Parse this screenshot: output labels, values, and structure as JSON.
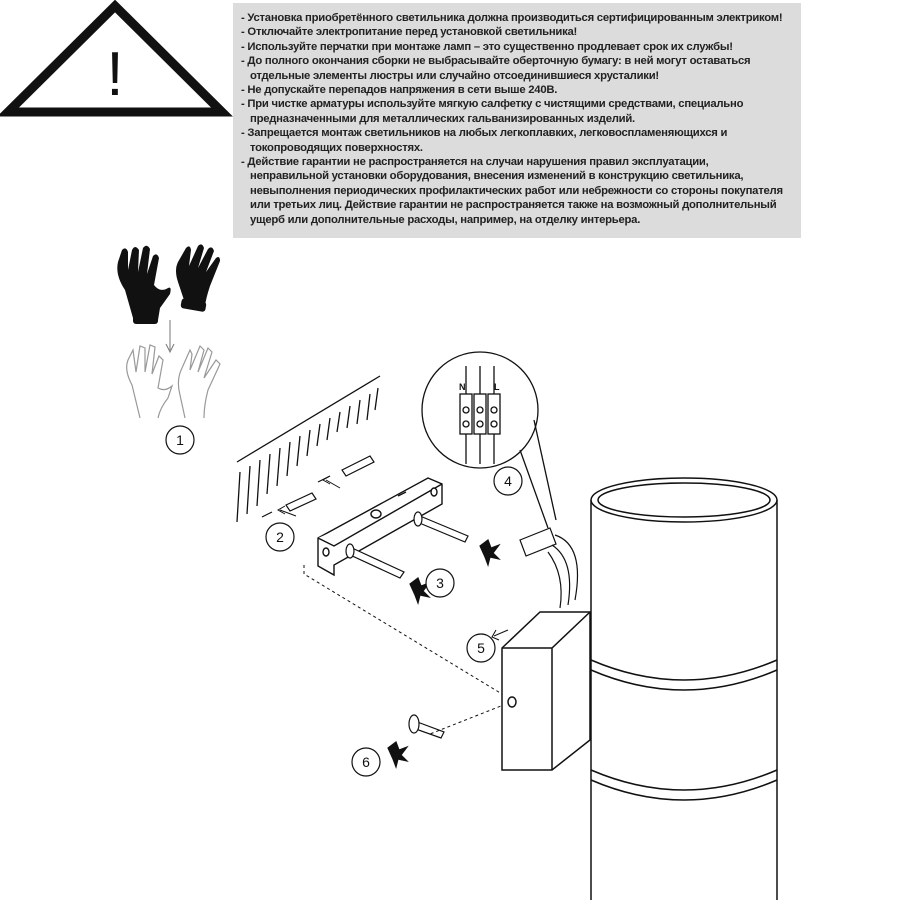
{
  "warnings": [
    [
      "- Установка приобретённого светильника должна производиться сертифицированным электриком!"
    ],
    [
      "- Отключайте электропитание перед установкой светильника!"
    ],
    [
      "- Используйте перчатки при монтаже ламп – это существенно продлевает срок их службы!"
    ],
    [
      "- До полного окончания сборки не выбрасывайте оберточную бумагу: в ней могут оставаться",
      "отдельные элементы люстры или случайно отсоединившиеся хрусталики!"
    ],
    [
      "- Не допускайте перепадов напряжения в сети выше 240В."
    ],
    [
      "- При чистке арматуры используйте мягкую салфетку с чистящими средствами, специально",
      "предназначенными для металлических гальванизированных изделий."
    ],
    [
      "- Запрещается монтаж светильников на любых легкоплавких, легковоспламеняющихся и",
      "токопроводящих поверхностях."
    ],
    [
      "- Действие гарантии не распространяется на случаи нарушения правил эксплуатации,",
      "неправильной установки оборудования, внесения изменений в конструкцию светильника,",
      "невыполнения периодических профилактических работ или небрежности со стороны покупателя",
      "или третьих лиц. Действие гарантии не распространяется также на возможный дополнительный",
      "ущерб или дополнительные расходы, например, на отделку интерьера."
    ]
  ],
  "warning_symbol": "!",
  "steps": [
    "1",
    "2",
    "3",
    "4",
    "5",
    "6"
  ],
  "terminal_labels": {
    "n": "N",
    "l": "L"
  },
  "colors": {
    "panel": "#dcdcdc",
    "line": "#111111",
    "hands": "#999999"
  }
}
